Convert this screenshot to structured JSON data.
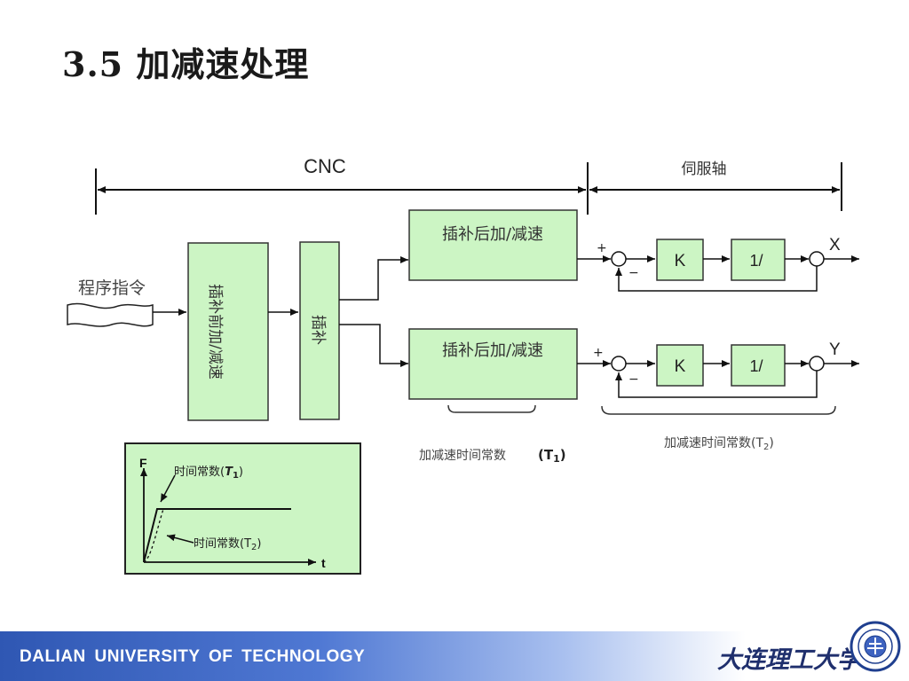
{
  "slide": {
    "title": "3.5 加减速处理"
  },
  "diagram": {
    "cnc_label": "CNC",
    "servo_label": "伺服轴",
    "program_command": "程序指令",
    "pre_interp_accel": "插补前加/减速",
    "interp": "插补",
    "post_interp_accel_1": "插补后加/减速",
    "post_interp_accel_2": "插补后加/减速",
    "gain_x": "K",
    "integrator_x": "1/",
    "gain_y": "K",
    "integrator_y": "1/",
    "plus_x": "+",
    "minus_x": "−",
    "plus_y": "+",
    "minus_y": "−",
    "axis_x": "X",
    "axis_y": "Y",
    "time_const_t1_caption": "加减速时间常数",
    "time_const_t1_symbol": "(T",
    "time_const_t1_sub": "1",
    "time_const_t1_close": ")",
    "time_const_t2_caption": "加减速时间常数(T",
    "time_const_t2_sub": "2",
    "time_const_t2_close": ")"
  },
  "inset_graph": {
    "y_axis_label": "F",
    "x_axis_label": "t",
    "t1_label": "时间常数(",
    "t1_symbol": "T",
    "t1_sub": "1",
    "t1_close": ")",
    "t2_label": "时间常数(T",
    "t2_sub": "2",
    "t2_close": ")",
    "fill_color": "#ccf5c4"
  },
  "footer": {
    "university_en": "DALIAN UNIVERSITY OF TECHNOLOGY",
    "university_cn": "大连理工大学"
  },
  "colors": {
    "block_fill": "#ccf5c4",
    "block_stroke": "#333333",
    "footer_blue": "#2f57b3"
  }
}
